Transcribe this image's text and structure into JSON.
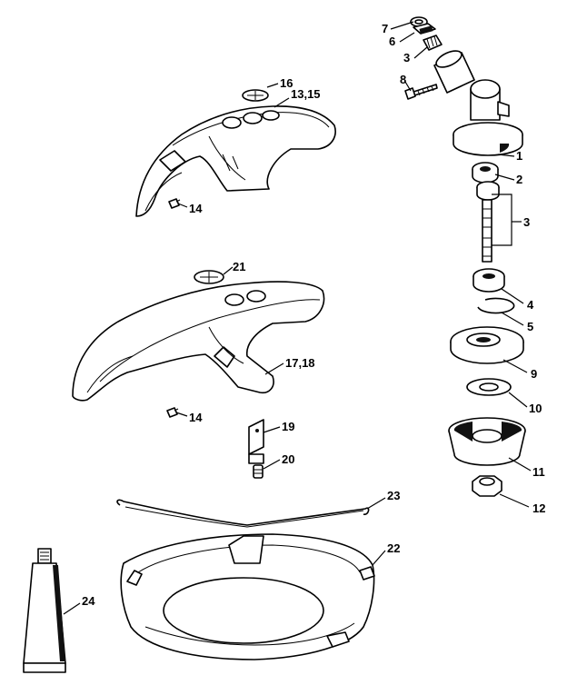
{
  "labels": {
    "l1": "1",
    "l2": "2",
    "l3a": "3",
    "l3b": "3",
    "l4": "4",
    "l5": "5",
    "l6": "6",
    "l7": "7",
    "l8": "8",
    "l9": "9",
    "l10": "10",
    "l11": "11",
    "l12": "12",
    "l13_15": "13,15",
    "l14a": "14",
    "l14b": "14",
    "l16": "16",
    "l17_18": "17,18",
    "l19": "19",
    "l20": "20",
    "l21": "21",
    "l22": "22",
    "l23": "23",
    "l24": "24"
  },
  "colors": {
    "ink": "#000000",
    "paper": "#ffffff"
  }
}
